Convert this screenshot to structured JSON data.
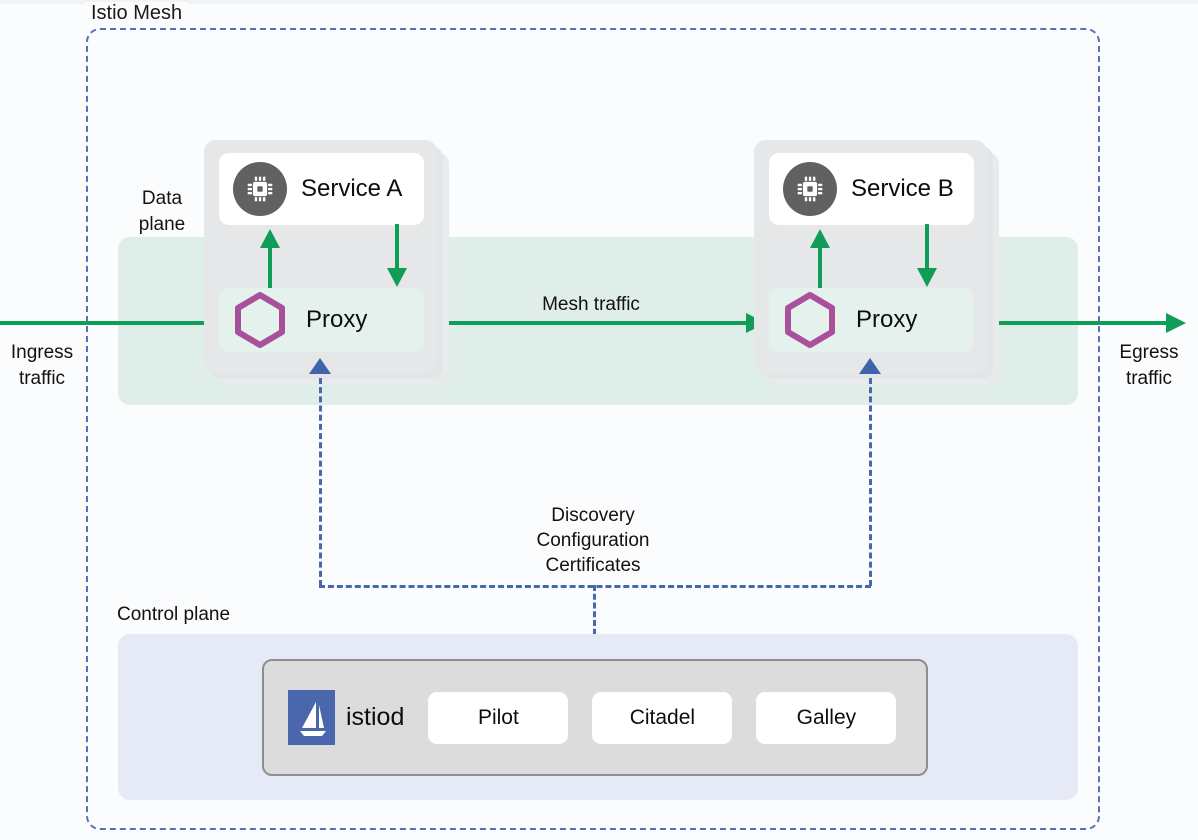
{
  "diagram": {
    "mesh_label": "Istio Mesh",
    "data_plane_label": "Data\nplane",
    "control_plane_label": "Control plane",
    "mesh_traffic_label": "Mesh traffic",
    "ingress_label": "Ingress\ntraffic",
    "egress_label": "Egress\ntraffic",
    "control_signals_label": "Discovery\nConfiguration\nCertificates"
  },
  "pods": [
    {
      "service_name": "Service A",
      "proxy_name": "Proxy",
      "icon": "cpu-chip-icon",
      "proxy_icon": "envoy-hexagon-icon"
    },
    {
      "service_name": "Service B",
      "proxy_name": "Proxy",
      "icon": "cpu-chip-icon",
      "proxy_icon": "envoy-hexagon-icon"
    }
  ],
  "control_plane": {
    "istiod_label": "istiod",
    "logo_icon": "istio-sail-logo",
    "components": [
      {
        "label": "Pilot"
      },
      {
        "label": "Citadel"
      },
      {
        "label": "Galley"
      }
    ]
  },
  "colors": {
    "mesh_border": "#5472b5",
    "data_plane_band": "#dfeee8",
    "control_plane_band": "#e6eaf6",
    "pod_body": "#e6e7e9",
    "proxy_box": "#e5f1ec",
    "traffic_arrow_green": "#0f9d58",
    "control_line_blue": "#4a67ae",
    "hexagon_purple": "#a9509c",
    "chip_circle_gray": "#616161",
    "istiod_box": "#dcdcdc",
    "page_background": "#fbfcfe"
  }
}
